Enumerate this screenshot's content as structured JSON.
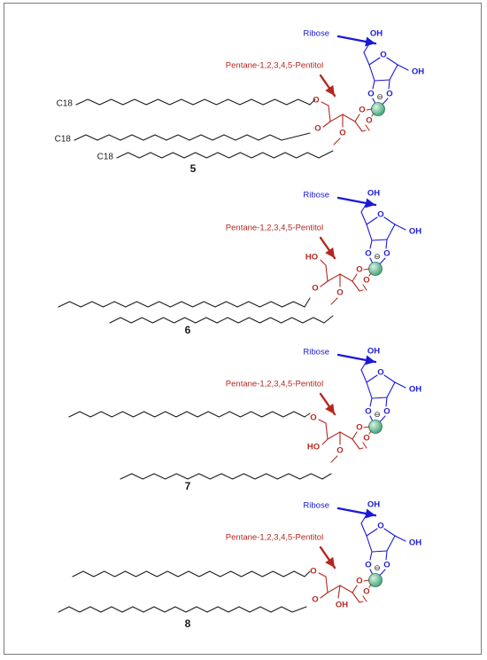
{
  "colors": {
    "chain": "#1a1a1a",
    "pentitol": "#b5271f",
    "ribose": "#1a1ad6",
    "boron": "#4aa87c",
    "arrow_red": "#b5271f",
    "arrow_blue": "#1a1ad6"
  },
  "labels": {
    "ribose": "Ribose",
    "pentitol": "Pentane-1,2,3,4,5-Pentitol",
    "oxygen": "O",
    "hydroxyl": "OH",
    "hydroxyl_left": "HO",
    "charge": "⊖",
    "chain_c18": "C18"
  },
  "compounds": [
    {
      "id": "5",
      "label": "5",
      "chain_labels": [
        "C18",
        "C18",
        "C18"
      ]
    },
    {
      "id": "6",
      "label": "6",
      "chain_labels": []
    },
    {
      "id": "7",
      "label": "7",
      "chain_labels": []
    },
    {
      "id": "8",
      "label": "8",
      "chain_labels": []
    }
  ]
}
